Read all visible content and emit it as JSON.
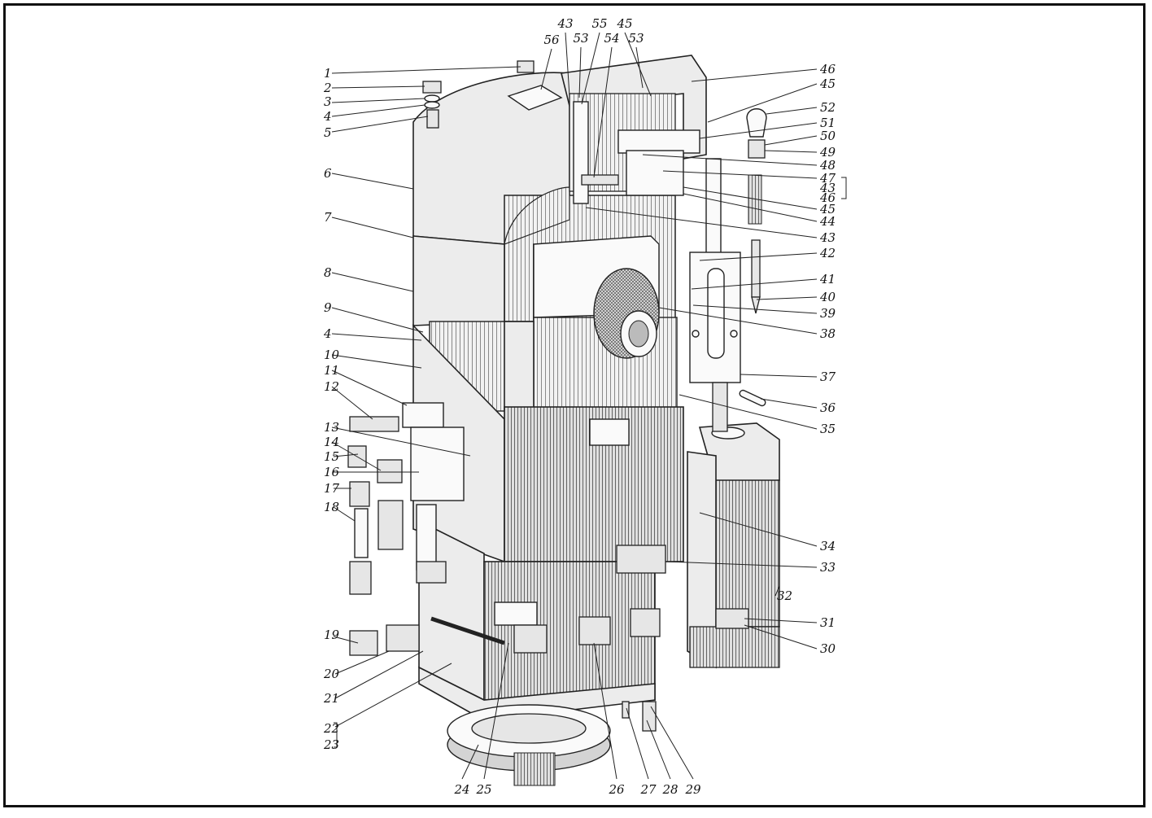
{
  "callouts": [
    "1",
    "2",
    "3",
    "4",
    "5",
    "6",
    "7",
    "8",
    "9",
    "4",
    "10",
    "11",
    "12",
    "13",
    "14",
    "15",
    "16",
    "17",
    "18",
    "19",
    "20",
    "21",
    "22",
    "23",
    "24",
    "25",
    "26",
    "27",
    "28",
    "29",
    "30",
    "31",
    "32",
    "33",
    "34",
    "35",
    "36",
    "37",
    "38",
    "39",
    "40",
    "41",
    "42",
    "43",
    "44",
    "45",
    "46",
    "43",
    "47",
    "48",
    "49",
    "50",
    "51",
    "52",
    "45",
    "46",
    "53",
    "45",
    "55",
    "54",
    "53",
    "43",
    "56"
  ],
  "colors": {
    "ink": "#111111",
    "paper": "#ffffff",
    "shade": "#d4d4d4"
  }
}
